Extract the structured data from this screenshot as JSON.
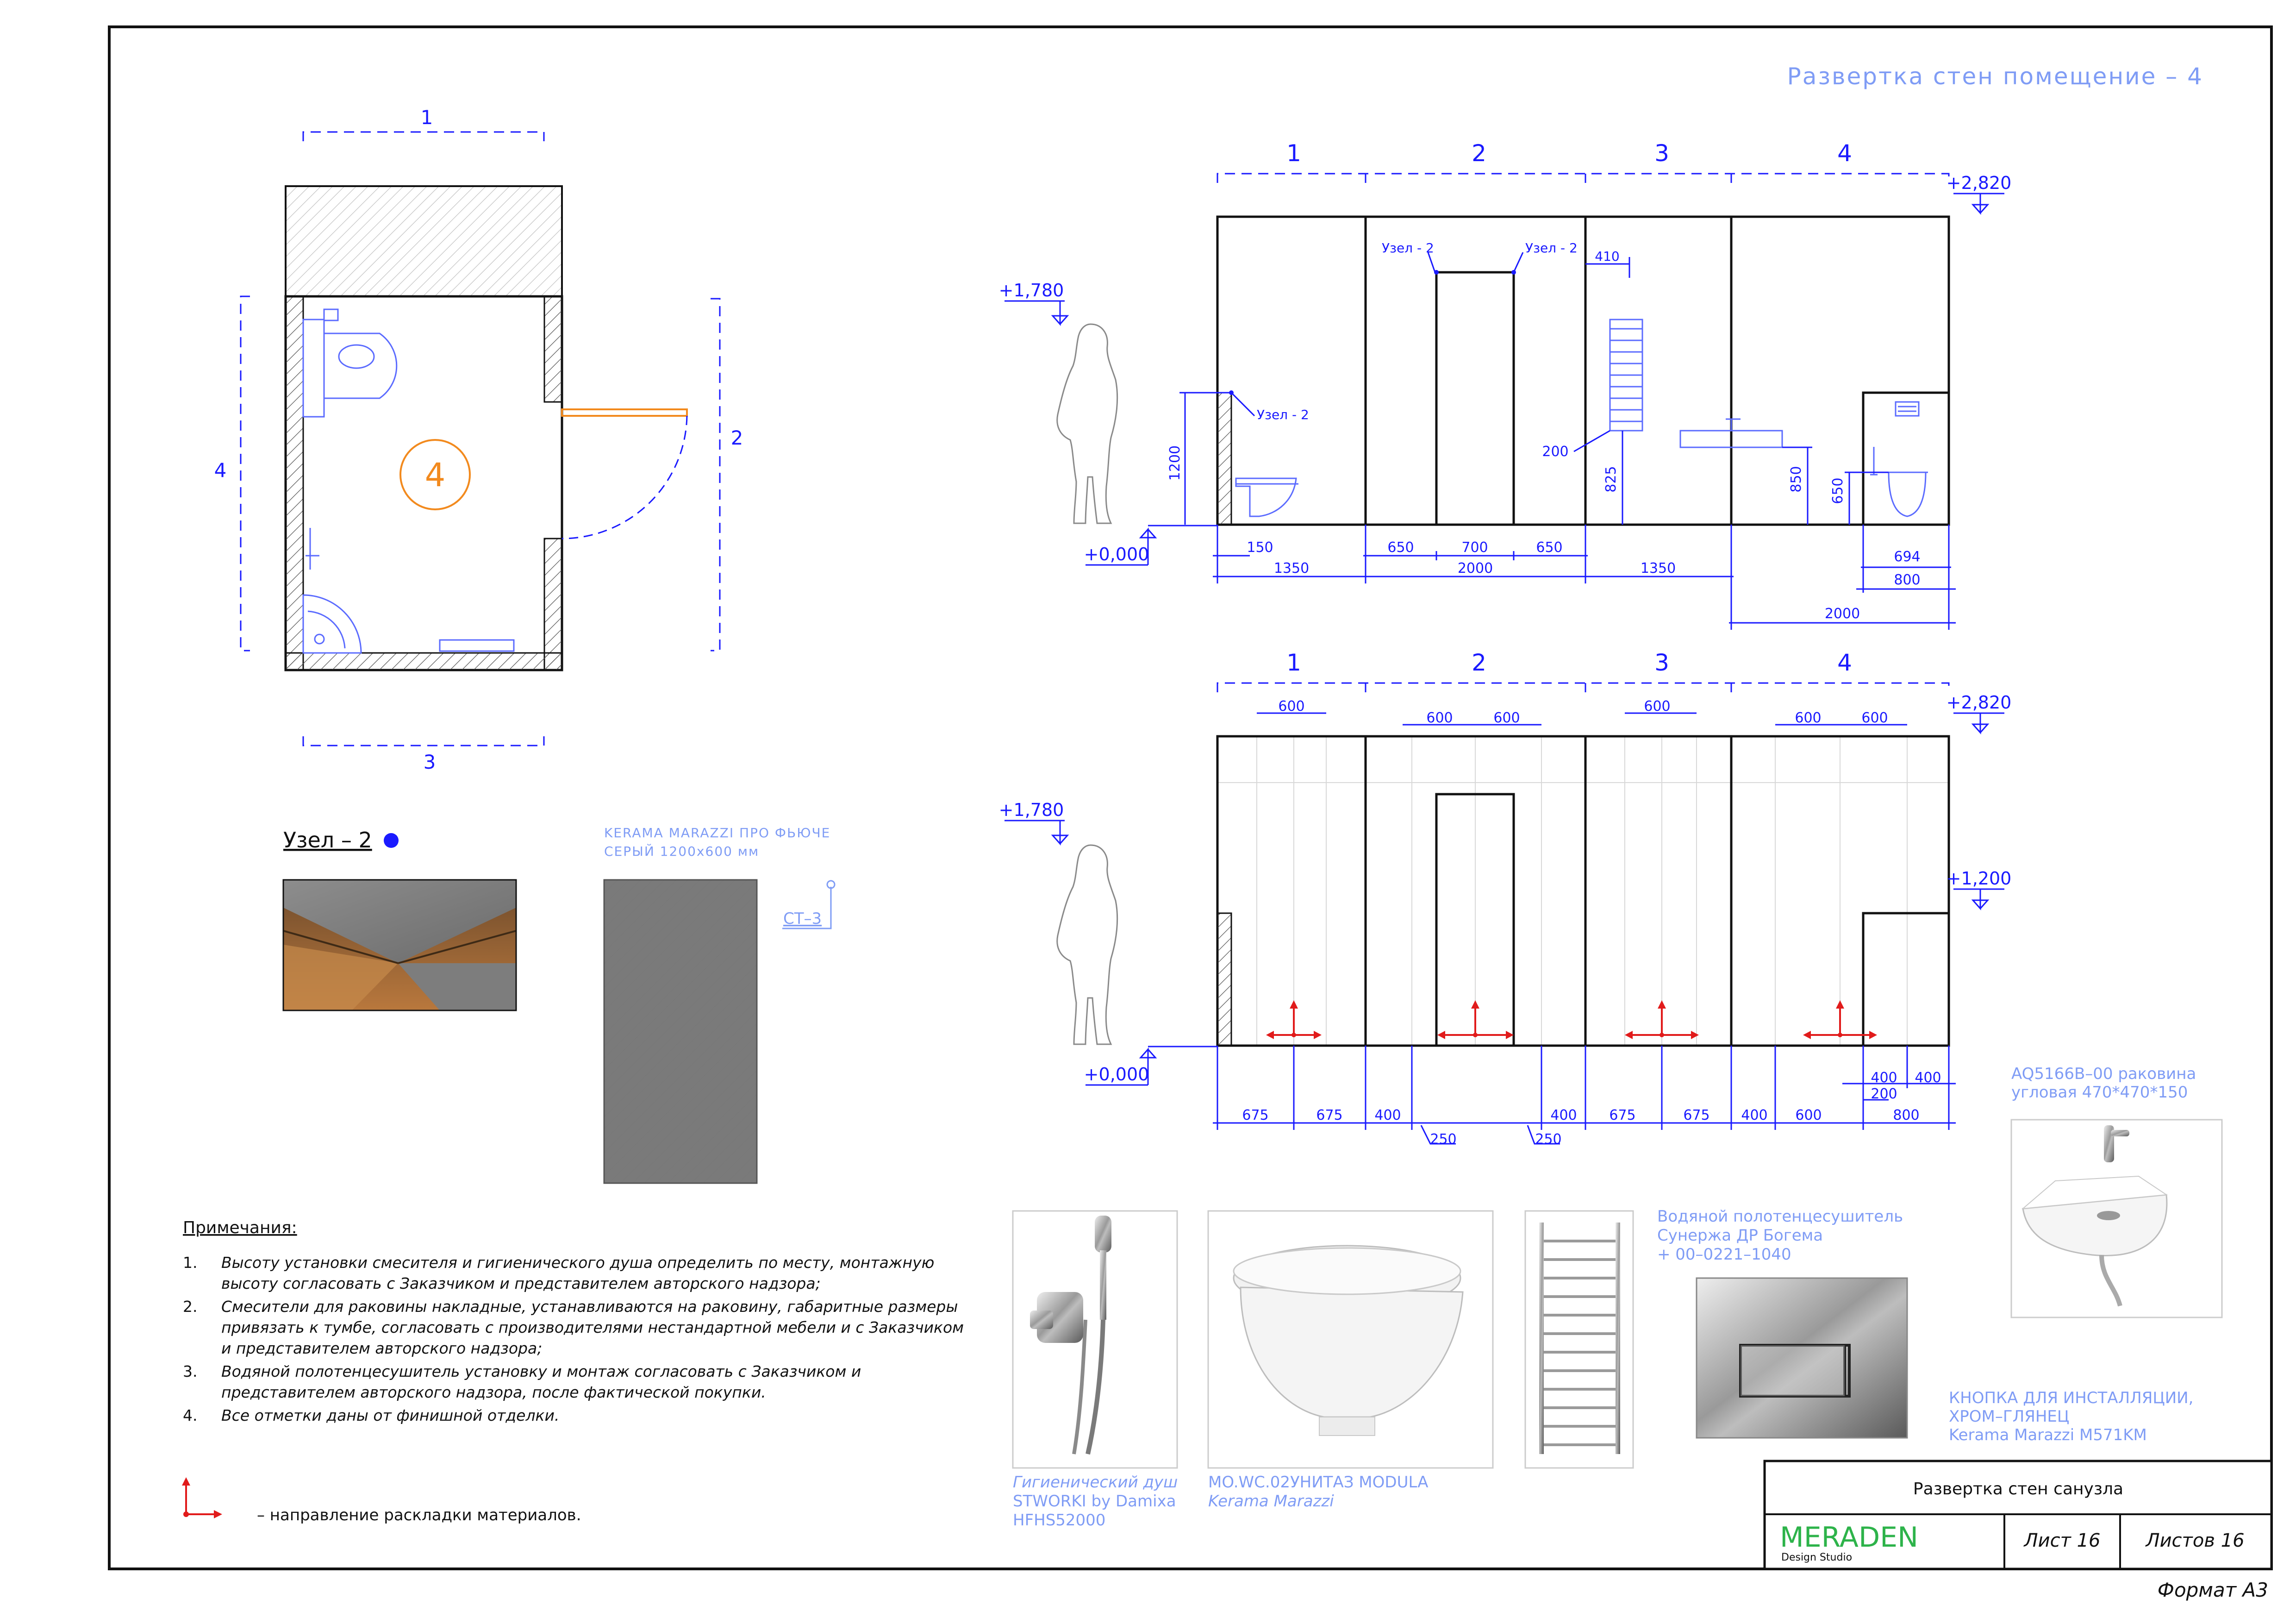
{
  "sheet": {
    "title": "Развертка стен помещение – 4",
    "format_label": "Формат А3"
  },
  "plan": {
    "wall_labels": [
      "1",
      "2",
      "3",
      "4"
    ],
    "room_number": "4"
  },
  "elevations": {
    "wall_numbers": [
      "1",
      "2",
      "3",
      "4"
    ],
    "levels": {
      "top": "+2,820",
      "person": "+1,780",
      "zero": "+0,000",
      "mid": "+1,200"
    },
    "node_label": "Узел - 2",
    "upper_dims": {
      "wall1": [
        "150",
        "1350"
      ],
      "wall2": [
        "650",
        "700",
        "650",
        "2000"
      ],
      "wall3": [
        "1350"
      ],
      "wall4": [
        "694",
        "800",
        "2000"
      ],
      "vertical": [
        "1200",
        "825",
        "850",
        "650"
      ],
      "towel": [
        "410",
        "200"
      ]
    },
    "lower_dims": {
      "tile_width": "600",
      "bottom": [
        "675",
        "675",
        "400",
        "250",
        "400",
        "675",
        "675",
        "400",
        "600",
        "800",
        "400",
        "200",
        "400",
        "250"
      ]
    }
  },
  "node": {
    "title": "Узел – 2"
  },
  "tile": {
    "caption_line1": "KERAMA MARAZZI ПРО ФЬЮЧЕ",
    "caption_line2": "СЕРЫЙ 1200х600 мм",
    "code": "СТ–3"
  },
  "notes": {
    "heading": "Примечания:",
    "items": [
      {
        "num": "1.",
        "lines": [
          "Высоту установки смесителя и гигиенического душа определить по месту, монтажную",
          "высоту согласовать с Заказчиком и представителем авторского надзора;"
        ]
      },
      {
        "num": "2.",
        "lines": [
          "Смесители для раковины накладные, устанавливаются на раковину, габаритные размеры",
          "привязать к тумбе, согласовать с производителями нестандартной мебели и с Заказчиком",
          "и представителем авторского надзора;"
        ]
      },
      {
        "num": "3.",
        "lines": [
          "Водяной полотенцесушитель установку и монтаж согласовать с Заказчиком и",
          "представителем авторского надзора, после фактической покупки."
        ]
      },
      {
        "num": "4.",
        "lines": [
          "Все отметки даны от финишной отделки."
        ]
      }
    ],
    "legend": "– направление раскладки материалов."
  },
  "products": {
    "shower": [
      "Гигиенический душ",
      "STWORKI by Damixa",
      "HFHS52000"
    ],
    "toilet": [
      "MO.WC.02УНИТАЗ MODULA",
      "Kerama Marazzi"
    ],
    "towel": [
      "Водяной полотенцесушитель",
      "Сунержа ДР Богема",
      "+ 00–0221–1040"
    ],
    "button": [
      "КНОПКА ДЛЯ ИНСТАЛЛЯЦИИ,",
      "ХРОМ–ГЛЯНЕЦ",
      "Kerama Marazzi M571KM"
    ],
    "sink": [
      "AQ5166B–00 раковина",
      "угловая 470*470*150"
    ]
  },
  "stamp": {
    "title": "Развертка стен санузла",
    "brand": "MERADEN",
    "brand_sub": "Design Studio",
    "sheet": "Лист 16",
    "sheets": "Листов 16",
    "brand_color": "#2db34a"
  }
}
